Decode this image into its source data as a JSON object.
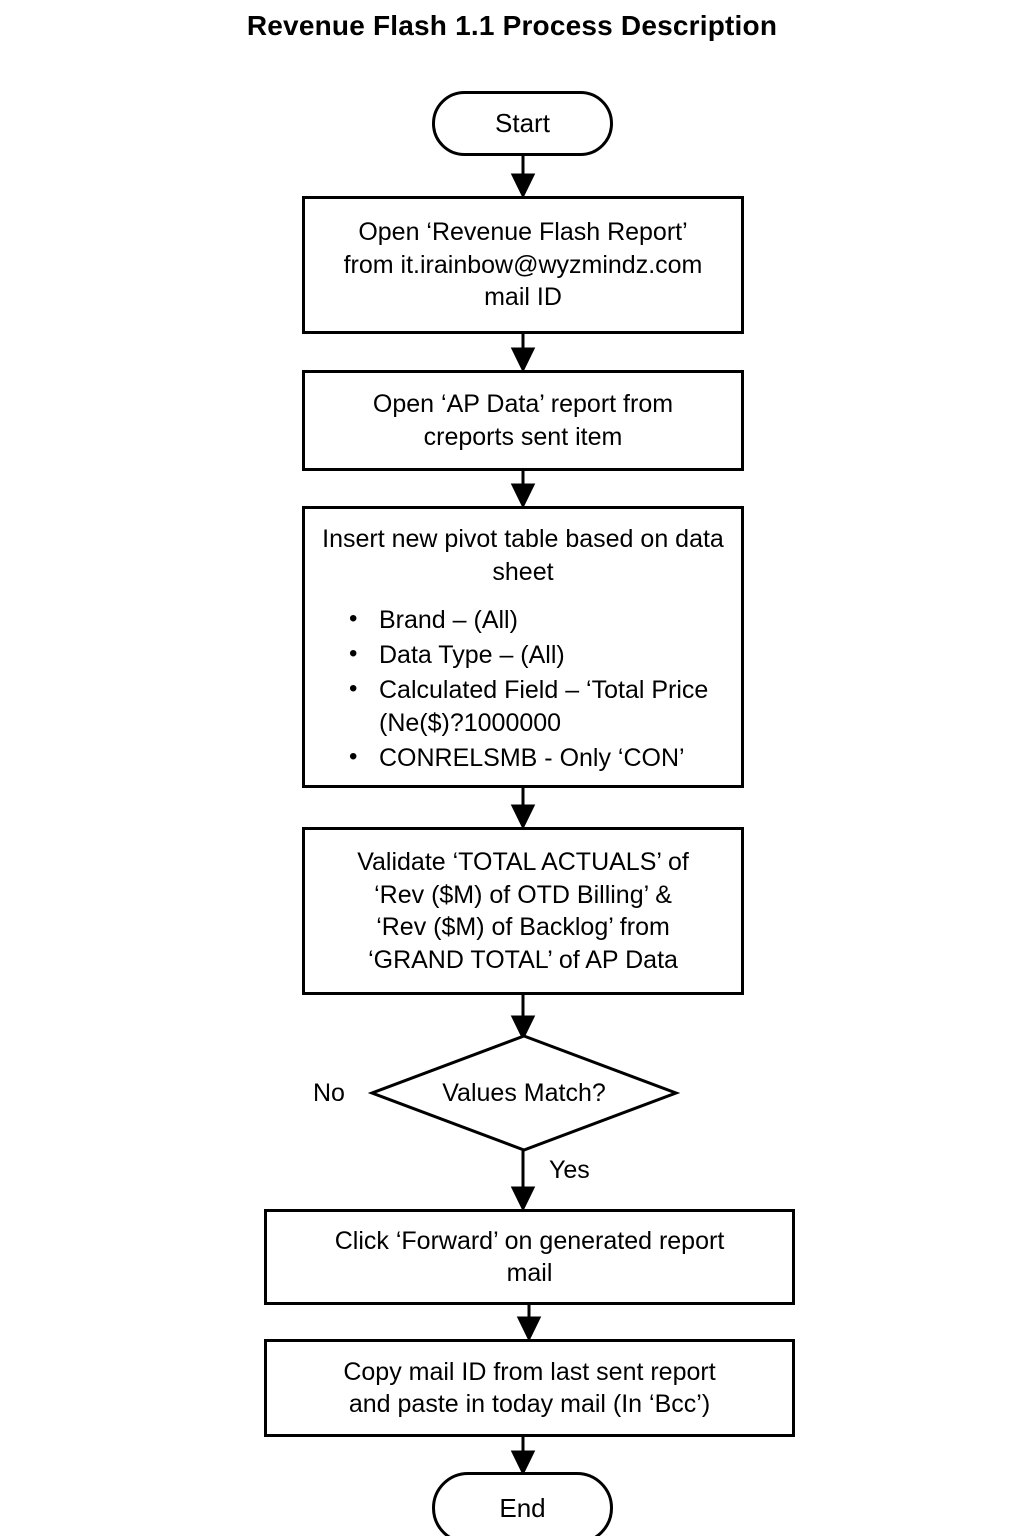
{
  "page": {
    "title": "Revenue Flash 1.1 Process Description",
    "background_color": "#ffffff",
    "stroke_color": "#000000"
  },
  "flowchart": {
    "type": "process-flowchart",
    "nodes": {
      "start": {
        "label": "Start",
        "shape": "terminator"
      },
      "open_report": {
        "shape": "process",
        "line1": "Open ‘Revenue Flash Report’",
        "line2": "from it.irainbow@wyzmindz.com",
        "line3": "mail ID"
      },
      "open_ap_data": {
        "shape": "process",
        "line1": "Open ‘AP Data’ report from",
        "line2": "creports sent item"
      },
      "pivot": {
        "shape": "process",
        "heading_line1": "Insert new pivot table based",
        "heading_line2": "on data sheet",
        "bullets": [
          "Brand – (All)",
          "Data Type – (All)",
          "Calculated Field –  ‘Total Price (Ne($)?1000000",
          "CONRELSMB - Only ‘CON’"
        ]
      },
      "validate": {
        "shape": "process",
        "line1": "Validate ‘TOTAL ACTUALS’ of",
        "line2": "‘Rev ($M) of OTD Billing’ &",
        "line3": "‘Rev ($M) of Backlog’ from",
        "line4": "‘GRAND TOTAL’ of AP Data"
      },
      "decision": {
        "shape": "diamond",
        "label": "Values Match?"
      },
      "forward": {
        "shape": "process",
        "line1": "Click ‘Forward’ on generated report",
        "line2": "mail"
      },
      "copy_mail_id": {
        "shape": "process",
        "line1": "Copy mail ID from last sent report",
        "line2": "and paste in today mail (In ‘Bcc’)"
      },
      "end": {
        "label": "End",
        "shape": "terminator"
      }
    },
    "edge_labels": {
      "no": "No",
      "yes": "Yes"
    }
  }
}
